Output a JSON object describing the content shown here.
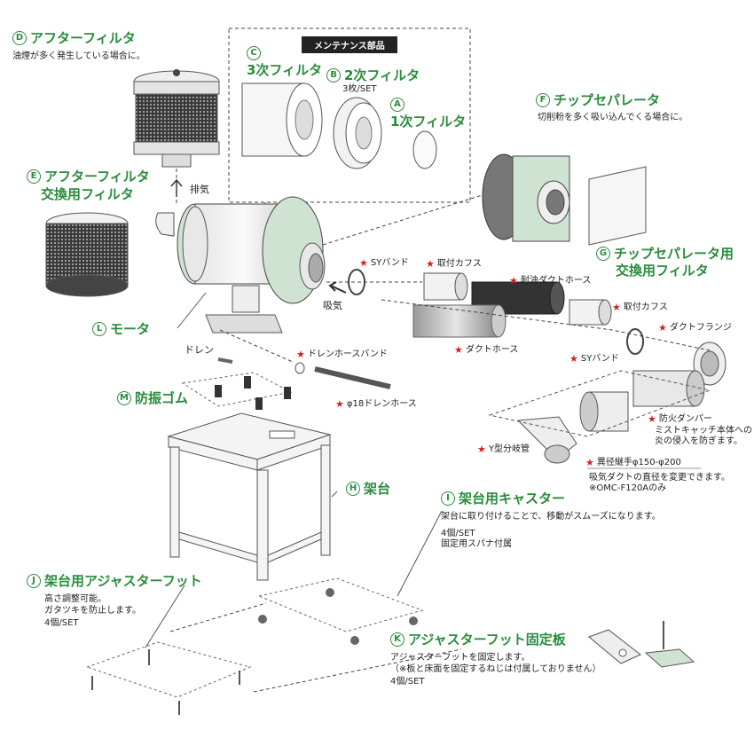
{
  "maintenance_title": "メンテナンス部品",
  "callouts": {
    "D": {
      "letter": "D",
      "title": "アフターフィルタ",
      "desc": "油煙が多く発生している場合に。"
    },
    "E": {
      "letter": "E",
      "title": "アフターフィルタ",
      "title2": "交換用フィルタ"
    },
    "C": {
      "letter": "C",
      "title": "3次フィルタ"
    },
    "B": {
      "letter": "B",
      "title": "2次フィルタ",
      "desc": "3枚/SET"
    },
    "A": {
      "letter": "A",
      "title": "1次フィルタ"
    },
    "F": {
      "letter": "F",
      "title": "チップセパレータ",
      "desc": "切削粉を多く吸い込んでくる場合に。"
    },
    "G": {
      "letter": "G",
      "title": "チップセパレータ用",
      "title2": "交換用フィルタ"
    },
    "L": {
      "letter": "L",
      "title": "モータ"
    },
    "M": {
      "letter": "M",
      "title": "防振ゴム"
    },
    "H": {
      "letter": "H",
      "title": "架台"
    },
    "I": {
      "letter": "I",
      "title": "架台用キャスター",
      "desc": "架台に取り付けることで、移動がスムーズになります。",
      "desc2": "4個/SET",
      "desc3": "固定用スパナ付属"
    },
    "J": {
      "letter": "J",
      "title": "架台用アジャスターフット",
      "desc": "高さ調整可能。",
      "desc2": "ガタツキを防止します。",
      "desc3": "4個/SET"
    },
    "K": {
      "letter": "K",
      "title": "アジャスターフット固定板",
      "desc": "アジャスターフットを固定します。",
      "desc2": "（※板と床面を固定するねじは付属しておりません）",
      "desc3": "4個/SET"
    }
  },
  "flow": {
    "exhaust": "排気",
    "intake": "吸気",
    "drain": "ドレン"
  },
  "parts": {
    "sy_band_1": "SYバンド",
    "mount_cuff_1": "取付カフス",
    "oil_duct_hose": "耐油ダクトホース",
    "mount_cuff_2": "取付カフス",
    "duct_flange": "ダクトフランジ",
    "duct_hose": "ダクトホース",
    "sy_band_2": "SYバンド",
    "drain_hose_band": "ドレンホースバンド",
    "drain_hose": "φ18ドレンホース",
    "fire_damper": "防火ダンパー",
    "fire_damper_desc": "ミストキャッチ本体への",
    "fire_damper_desc2": "炎の侵入を防ぎます。",
    "y_pipe": "Y型分岐管",
    "reducer": "異径継手φ150-φ200",
    "reducer_desc": "吸気ダクトの直径を変更できます。",
    "reducer_desc2": "※OMC-F120Aのみ"
  },
  "colors": {
    "green": "#2a8c3c",
    "star": "#d81e1e",
    "unit_green": "#cfe3d3"
  }
}
